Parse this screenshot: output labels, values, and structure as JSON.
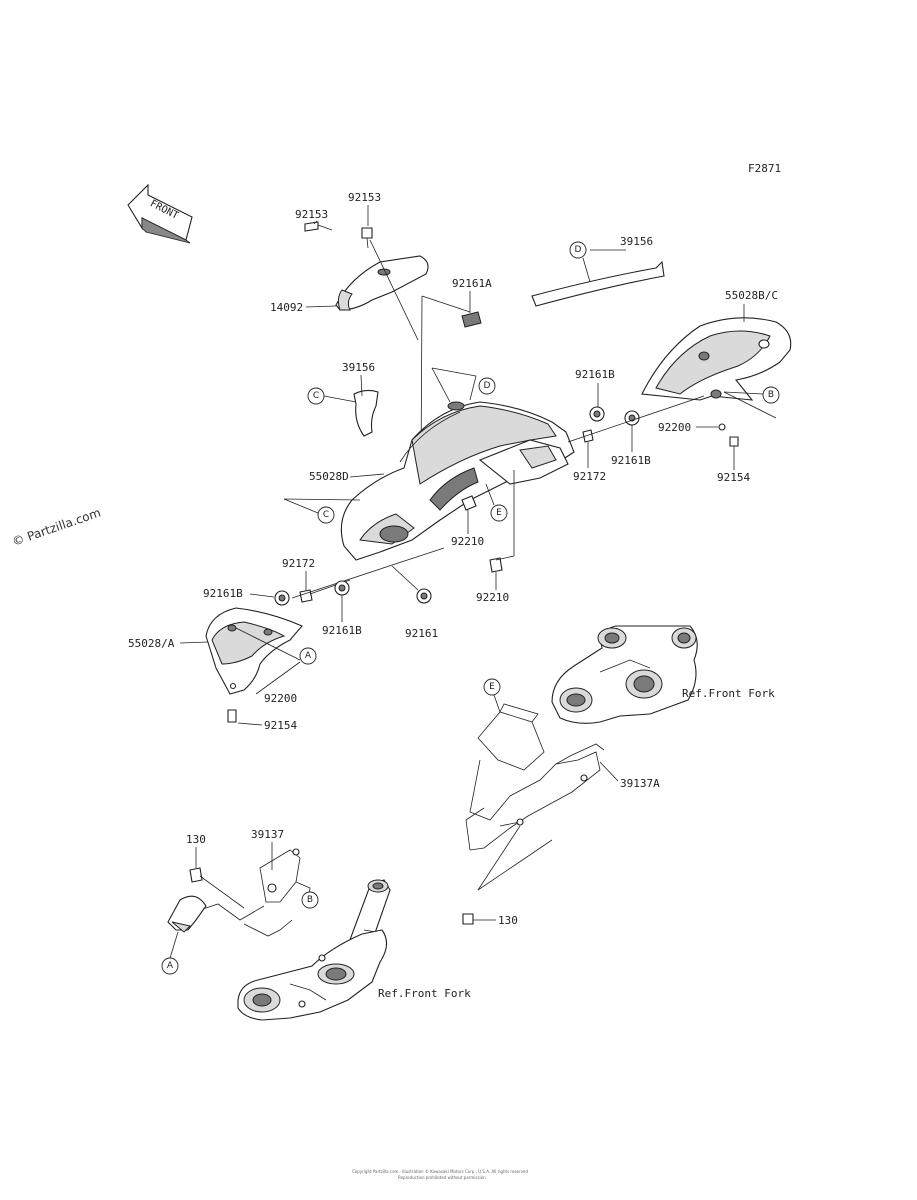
{
  "figure_code": "F2871",
  "front_arrow_label": "FRONT",
  "watermark": "© Partzilla.com",
  "copyright_line1": "Copyright Partzilla.com · Illustration © Kawasaki Motors Corp., U.S.A. All rights reserved",
  "copyright_line2": "Reproduction prohibited without permission",
  "part_labels": {
    "p92153_a": "92153",
    "p92153_b": "92153",
    "p14092": "14092",
    "p92161A": "92161A",
    "p39156_top": "39156",
    "p55028BC": "55028B/C",
    "p39156_left": "39156",
    "p92161B_1": "92161B",
    "p55028D": "55028D",
    "p92172_a": "92172",
    "p92200_right": "92200",
    "p92161B_2": "92161B",
    "p92154_right": "92154",
    "p92210_a": "92210",
    "p92172_b": "92172",
    "p92161B_3": "92161B",
    "p92210_b": "92210",
    "p55028A": "55028/A",
    "p92161B_4": "92161B",
    "p92161": "92161",
    "p92200_left": "92200",
    "p92154_left": "92154",
    "p39137A": "39137A",
    "p130_right": "130",
    "p130_left": "130",
    "p39137": "39137"
  },
  "references": {
    "front_fork_upper": "Ref.Front Fork",
    "front_fork_lower": "Ref.Front Fork"
  },
  "callouts": {
    "A1": "A",
    "A2": "A",
    "B1": "B",
    "B2": "B",
    "C1": "C",
    "C2": "C",
    "D1": "D",
    "D2": "D",
    "E1": "E",
    "E2": "E"
  }
}
